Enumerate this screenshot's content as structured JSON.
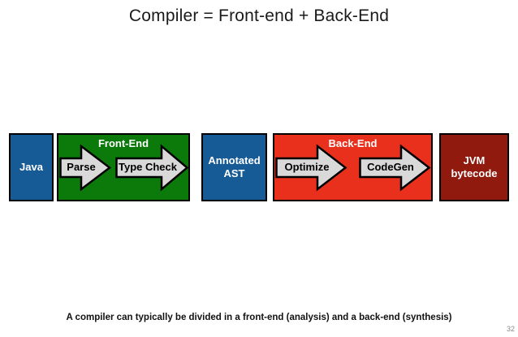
{
  "slide": {
    "title": "Compiler = Front-end + Back-End",
    "caption": "A compiler can typically be divided in a front-end (analysis) and a back-end (synthesis)",
    "page_number": "32"
  },
  "diagram": {
    "input": {
      "label": "Java"
    },
    "front_end": {
      "label": "Front-End",
      "steps": [
        "Parse",
        "Type Check"
      ]
    },
    "intermediate": {
      "label": "Annotated AST"
    },
    "back_end": {
      "label": "Back-End",
      "steps": [
        "Optimize",
        "CodeGen"
      ]
    },
    "output": {
      "label": "JVM bytecode"
    }
  },
  "colors": {
    "source_blue": "#165A96",
    "front_end_green": "#0B7A0B",
    "back_end_red": "#E8301C",
    "output_dark_red": "#8F1A0D",
    "arrow_fill": "#D9D9D9",
    "border_black": "#000000"
  }
}
